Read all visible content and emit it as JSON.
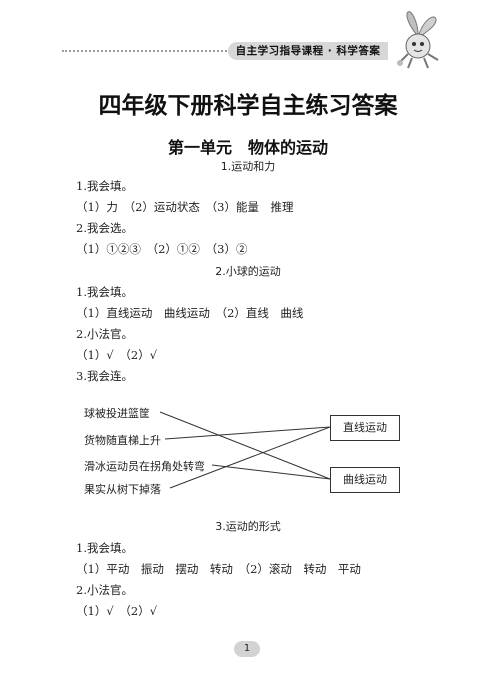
{
  "header": {
    "banner": "自主学习指导课程 · 科学答案"
  },
  "title": "四年级下册科学自主练习答案",
  "unit": "第一单元　物体的运动",
  "sections": [
    {
      "title": "1.运动和力",
      "lines": [
        "1.我会填。",
        "（1）力　（2）运动状态　（3）能量　推理",
        "2.我会选。",
        "（1）①②③　（2）①②　（3）②"
      ]
    },
    {
      "title": "2.小球的运动",
      "lines": [
        "1.我会填。",
        "（1）直线运动　曲线运动　（2）直线　曲线",
        "2.小法官。",
        "（1）√　（2）√",
        "3.我会连。"
      ]
    },
    {
      "title": "3.运动的形式",
      "lines": [
        "1.我会填。",
        "（1）平动　振动　摆动　转动　（2）滚动　转动　平动",
        "2.小法官。",
        "（1）√　（2）√"
      ]
    }
  ],
  "matching": {
    "left": [
      "球被投进篮筐",
      "货物随直梯上升",
      "滑冰运动员在拐角处转弯",
      "果实从树下掉落"
    ],
    "right": [
      "直线运动",
      "曲线运动"
    ]
  },
  "page_number": "1"
}
